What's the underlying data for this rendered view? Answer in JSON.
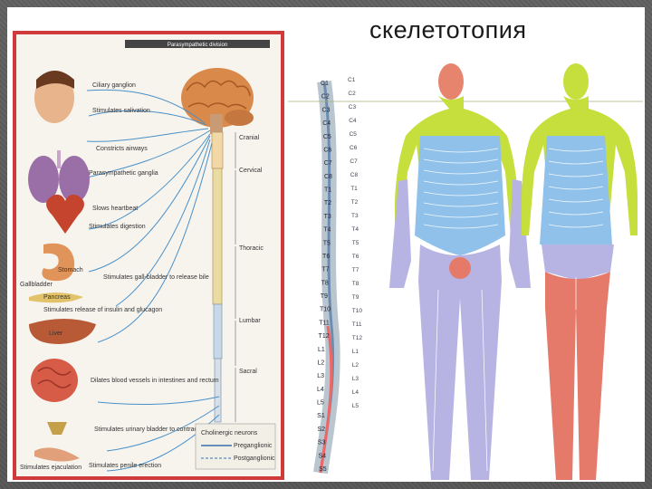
{
  "slide": {
    "title": "скелетотопия"
  },
  "autonomic_diagram": {
    "header": "Parasympathetic division",
    "organ_labels": {
      "ciliary_ganglion": "Ciliary ganglion",
      "stimulates_salivation": "Stimulates salivation",
      "constricts_airways": "Constricts airways",
      "parasympathetic_ganglia": "Parasympathetic ganglia",
      "slows_heartbeat": "Slows heartbeat",
      "stimulates_digestion": "Stimulates digestion",
      "stomach": "Stomach",
      "gallbladder": "Gallbladder",
      "pancreas": "Pancreas",
      "stimulates_gallbladder": "Stimulates gall-bladder to release bile",
      "stimulates_release_insulin": "Stimulates release of insulin and glucagon",
      "liver": "Liver",
      "dilates_blood_vessels": "Dilates blood vessels in intestines and rectum",
      "stimulates_urinary_bladder": "Stimulates urinary bladder to contract",
      "stimulates_ejaculation": "Stimulates ejaculation",
      "stimulates_penile_erection": "Stimulates penile erection"
    },
    "spine_region_labels": [
      "Cranial",
      "Cervical",
      "Thoracic",
      "Lumbar",
      "Sacral"
    ],
    "legend": {
      "title": "Cholinergic neurons",
      "items": [
        "Preganglionic",
        "Postganglionic"
      ]
    }
  },
  "dermatome_figure": {
    "segment_labels_spine": [
      "C1",
      "C2",
      "C3",
      "C4",
      "C5",
      "C6",
      "C7",
      "C8",
      "T1",
      "T2",
      "T3",
      "T4",
      "T5",
      "T6",
      "T7",
      "T8",
      "T9",
      "T10",
      "T11",
      "T12",
      "L1",
      "L2",
      "L3",
      "L4",
      "L5",
      "S1",
      "S2",
      "S3",
      "S4",
      "S5"
    ],
    "segment_labels_right": [
      "C1",
      "C2",
      "C3",
      "C4",
      "C5",
      "C6",
      "C7",
      "C8",
      "T1",
      "T2",
      "T3",
      "T4",
      "T5",
      "T6",
      "T7",
      "T8",
      "T9",
      "T10",
      "T11",
      "T12",
      "L1",
      "L2",
      "L3",
      "L4",
      "L5"
    ]
  },
  "colors": {
    "frame_red": "#d13a3a",
    "cervical_green": "#c6df3c",
    "thoracic_blue": "#8fc1ea",
    "lumbar_lilac": "#b7b3e3",
    "sacral_red": "#e57a6a",
    "brain": "#d98a4a"
  }
}
